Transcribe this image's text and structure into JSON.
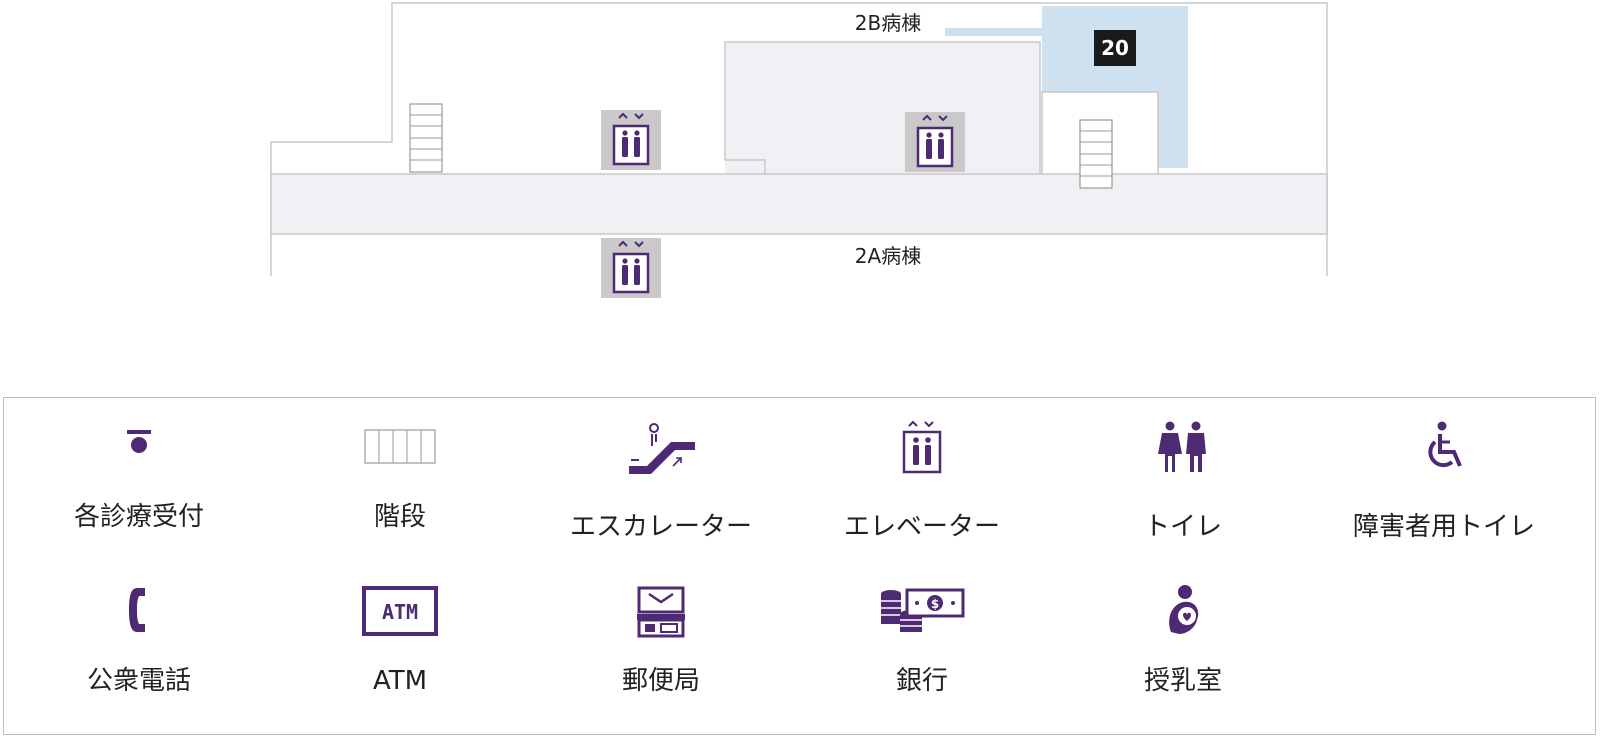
{
  "map": {
    "wards": {
      "north": "2B病棟",
      "south": "2A病棟"
    },
    "facility_number": "20",
    "colors": {
      "outline": "#c8c8c8",
      "corridor_fill": "#f2f0f5",
      "highlight": "#cfe1ee",
      "marker_bg": "#1a1a1a",
      "elevator_bg": "#c9c9c9",
      "icon_purple": "#4d2a73"
    },
    "elevators": [
      {
        "icon": "elevator-icon"
      },
      {
        "icon": "elevator-icon"
      },
      {
        "icon": "elevator-icon"
      }
    ],
    "stairs": [
      {
        "icon": "stairs-icon"
      },
      {
        "icon": "stairs-icon"
      }
    ]
  },
  "legend": {
    "items": [
      {
        "icon": "reception-icon",
        "label": "各診療受付"
      },
      {
        "icon": "stairs-icon",
        "label": "階段"
      },
      {
        "icon": "escalator-icon",
        "label": "エスカレーター"
      },
      {
        "icon": "elevator-icon",
        "label": "エレベーター"
      },
      {
        "icon": "restroom-icon",
        "label": "トイレ"
      },
      {
        "icon": "accessible-restroom-icon",
        "label": "障害者用トイレ"
      },
      {
        "icon": "public-phone-icon",
        "label": "公衆電話"
      },
      {
        "icon": "atm-icon",
        "label": "ATM"
      },
      {
        "icon": "post-office-icon",
        "label": "郵便局"
      },
      {
        "icon": "bank-icon",
        "label": "銀行"
      },
      {
        "icon": "nursing-room-icon",
        "label": "授乳室"
      }
    ]
  }
}
